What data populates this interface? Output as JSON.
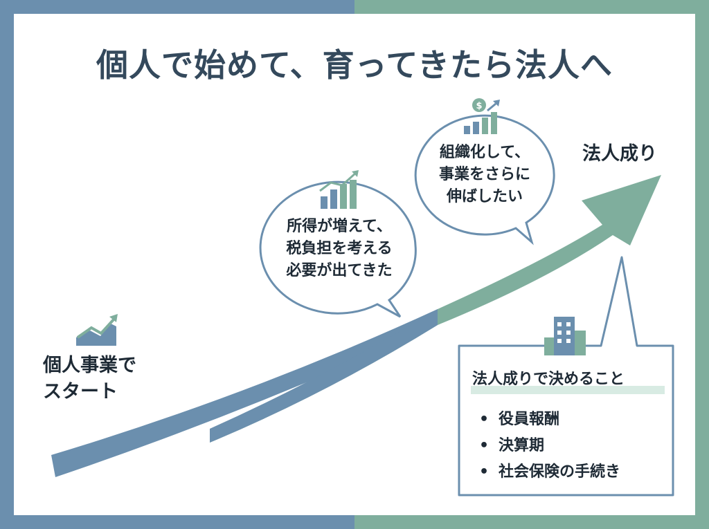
{
  "title": "個人で始めて、育ってきたら法人へ",
  "start_label": [
    "個人事業で",
    "スタート"
  ],
  "end_label": "法人成り",
  "bubble_1": [
    "所得が増えて、",
    "税負担を考える",
    "必要が出てきた"
  ],
  "bubble_2": [
    "組織化して、",
    "事業をさらに",
    "伸ばしたい"
  ],
  "decision_box": {
    "title": "法人成りで決めること",
    "items": [
      "役員報酬",
      "決算期",
      "社会保険の手続き"
    ]
  },
  "icons": {
    "start": "chart-up-icon",
    "bubble_1": "growth-bars-icon",
    "bubble_2": "money-growth-icon",
    "decision": "building-icon"
  },
  "colors": {
    "blue": "#6b8fae",
    "green": "#7fae9d",
    "text": "#1e2a35",
    "title": "#34495c"
  }
}
